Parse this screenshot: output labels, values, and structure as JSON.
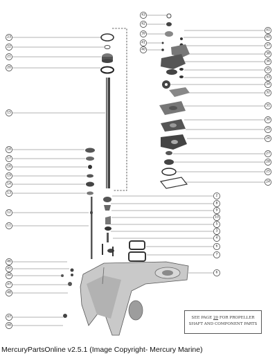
{
  "callouts": {
    "left": [
      "23",
      "22",
      "21",
      "20",
      "15",
      "18",
      "17",
      "16",
      "19",
      "14",
      "13",
      "12",
      "11",
      "46",
      "45",
      "44",
      "47",
      "48",
      "47",
      "48"
    ],
    "top_center": [
      "43",
      "42",
      "39",
      "41",
      "40"
    ],
    "right": [
      "41",
      "40",
      "37",
      "38",
      "36",
      "35",
      "33",
      "34",
      "32",
      "31",
      "30",
      "29",
      "26",
      "27",
      "28",
      "25",
      "24",
      "2",
      "8",
      "9",
      "10",
      "5",
      "3",
      "4",
      "6",
      "7",
      "6",
      "1"
    ]
  },
  "note": {
    "line1_prefix": "SEE PAGE",
    "line1_page": "20",
    "line1_suffix": "FOR PROPELLER",
    "line2": "SHAFT AND COMPONENT PARTS"
  },
  "caption": "MercuryPartsOnline v2.5.1 (Image Copyright- Mercury Marine)"
}
